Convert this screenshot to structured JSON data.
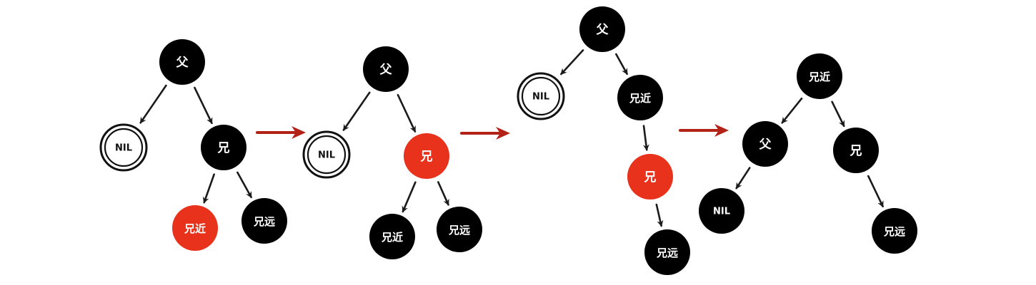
{
  "colors": {
    "black_node": "#000000",
    "red_node": "#e8321c",
    "nil_ring": "#111111",
    "edge": "#1a1a1a",
    "step_arrow": "#b32217",
    "node_text": "#ffffff",
    "nil_text": "#111111"
  },
  "trees": [
    {
      "id": "stage-1",
      "nodes": [
        {
          "id": "parent",
          "label": "父",
          "color": "black"
        },
        {
          "id": "nil",
          "label": "NIL",
          "color": "nil"
        },
        {
          "id": "sibling",
          "label": "兄",
          "color": "black"
        },
        {
          "id": "sibling-near",
          "label": "兄近",
          "color": "red"
        },
        {
          "id": "sibling-far",
          "label": "兄远",
          "color": "black"
        }
      ],
      "edges": [
        [
          "parent",
          "nil"
        ],
        [
          "parent",
          "sibling"
        ],
        [
          "sibling",
          "sibling-near"
        ],
        [
          "sibling",
          "sibling-far"
        ]
      ]
    },
    {
      "id": "stage-2",
      "nodes": [
        {
          "id": "parent",
          "label": "父",
          "color": "black"
        },
        {
          "id": "nil",
          "label": "NIL",
          "color": "nil"
        },
        {
          "id": "sibling",
          "label": "兄",
          "color": "red"
        },
        {
          "id": "sibling-near",
          "label": "兄近",
          "color": "black"
        },
        {
          "id": "sibling-far",
          "label": "兄远",
          "color": "black"
        }
      ],
      "edges": [
        [
          "parent",
          "nil"
        ],
        [
          "parent",
          "sibling"
        ],
        [
          "sibling",
          "sibling-near"
        ],
        [
          "sibling",
          "sibling-far"
        ]
      ]
    },
    {
      "id": "stage-3",
      "nodes": [
        {
          "id": "parent",
          "label": "父",
          "color": "black"
        },
        {
          "id": "nil",
          "label": "NIL",
          "color": "nil"
        },
        {
          "id": "sibling-near",
          "label": "兄近",
          "color": "black"
        },
        {
          "id": "sibling",
          "label": "兄",
          "color": "red"
        },
        {
          "id": "sibling-far",
          "label": "兄远",
          "color": "black"
        }
      ],
      "edges": [
        [
          "parent",
          "nil"
        ],
        [
          "parent",
          "sibling-near"
        ],
        [
          "sibling-near",
          "sibling"
        ],
        [
          "sibling",
          "sibling-far"
        ]
      ]
    },
    {
      "id": "stage-4",
      "nodes": [
        {
          "id": "sibling-near",
          "label": "兄近",
          "color": "black"
        },
        {
          "id": "parent",
          "label": "父",
          "color": "black"
        },
        {
          "id": "sibling",
          "label": "兄",
          "color": "black"
        },
        {
          "id": "nil",
          "label": "NIL",
          "color": "black"
        },
        {
          "id": "sibling-far",
          "label": "兄远",
          "color": "black"
        }
      ],
      "edges": [
        [
          "sibling-near",
          "parent"
        ],
        [
          "sibling-near",
          "sibling"
        ],
        [
          "parent",
          "nil"
        ],
        [
          "sibling",
          "sibling-far"
        ]
      ]
    }
  ],
  "step_arrows": [
    "stage-1-to-2",
    "stage-2-to-3",
    "stage-3-to-4"
  ]
}
